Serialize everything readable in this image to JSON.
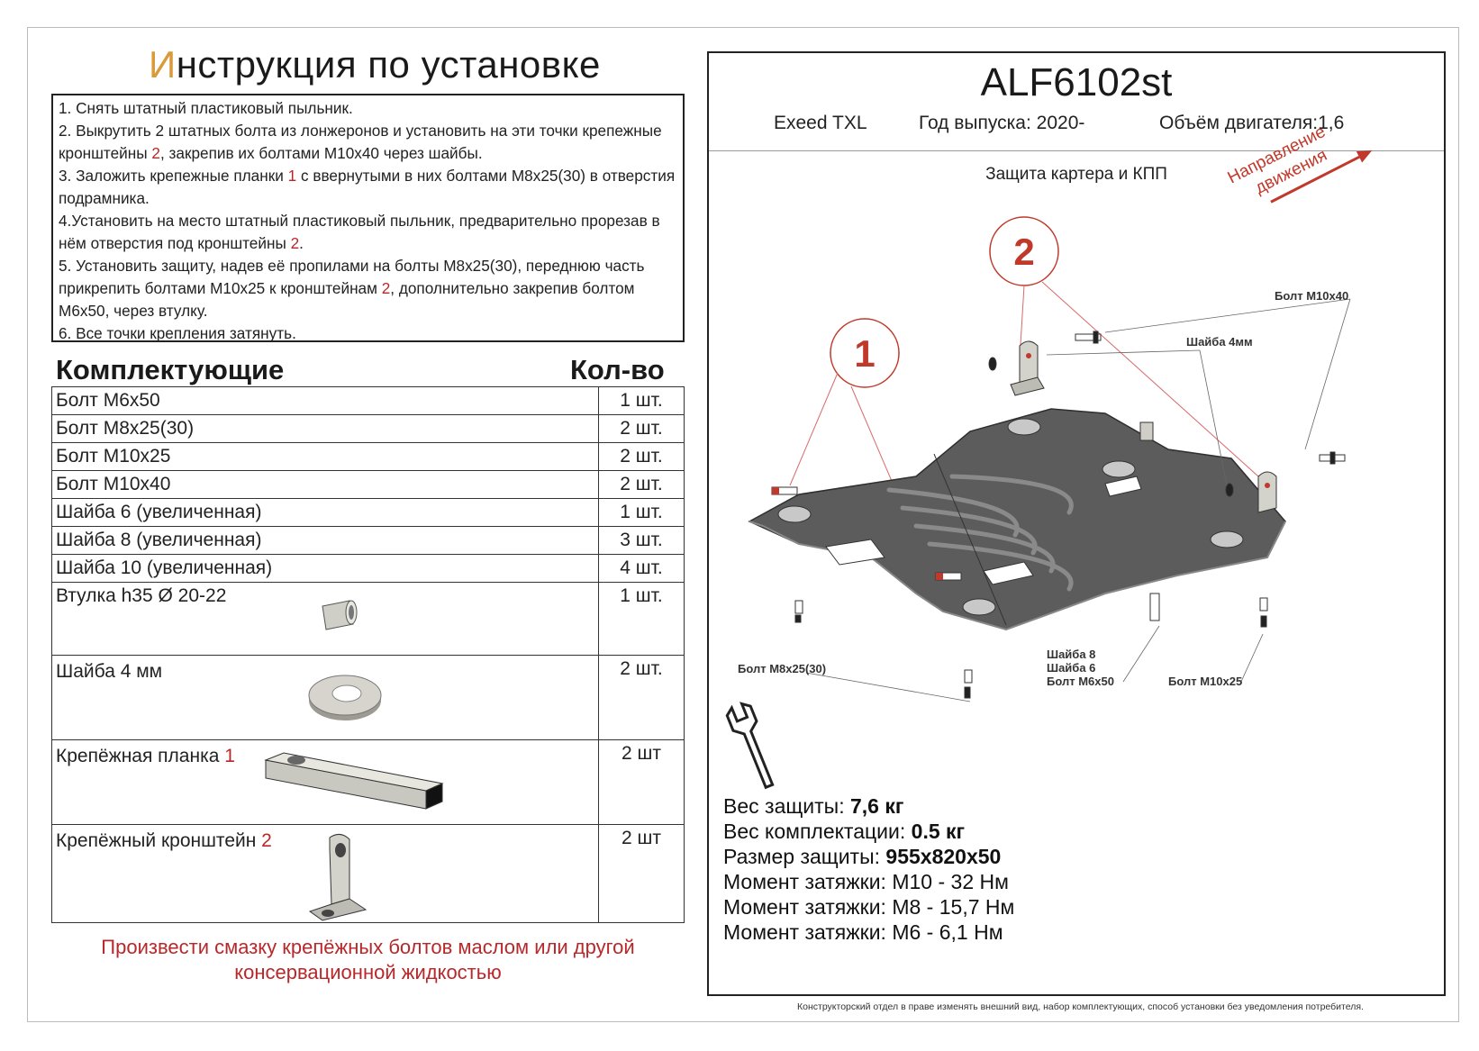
{
  "title": {
    "first_letter": "И",
    "rest": "нструкция по установке"
  },
  "instructions": [
    "1.  Снять штатный пластиковый пыльник.",
    [
      "2. Выкрутить 2 штатных болта из лонжеронов и установить на эти точки крепежные кронштейны ",
      "2",
      ", закрепив их болтами М10х40 через шайбы."
    ],
    [
      "3.  Заложить крепежные планки ",
      "1",
      " с ввернутыми в них болтами М8х25(30) в отверстия подрамника."
    ],
    [
      "4.Установить на место штатный пластиковый пыльник, предварительно прорезав в нём отверстия под кронштейны ",
      "2",
      "."
    ],
    [
      "5. Установить защиту, надев её пропилами на болты М8х25(30), переднюю часть прикрепить болтами М10х25 к кронштейнам ",
      "2",
      ", дополнительно закрепив болтом М6х50, через втулку."
    ],
    "6. Все точки крепления затянуть."
  ],
  "parts_header": {
    "name": "Комплектующие",
    "qty": "Кол-во"
  },
  "parts": [
    {
      "name": "Болт М6х50",
      "qty": "1 шт."
    },
    {
      "name": "Болт М8х25(30)",
      "qty": "2 шт."
    },
    {
      "name": "Болт М10х25",
      "qty": "2 шт."
    },
    {
      "name": "Болт М10х40",
      "qty": "2 шт."
    },
    {
      "name": "Шайба 6 (увеличенная)",
      "qty": "1 шт."
    },
    {
      "name": "Шайба 8 (увеличенная)",
      "qty": "3 шт."
    },
    {
      "name": "Шайба 10 (увеличенная)",
      "qty": "4 шт."
    }
  ],
  "parts_icon": [
    {
      "name": "Втулка h35 Ø 20-22",
      "num": "",
      "qty": "1 шт.",
      "icon": "bushing-icon"
    },
    {
      "name": "Шайба 4 мм",
      "num": "",
      "qty": "2 шт.",
      "icon": "washer-icon"
    },
    {
      "name": "Крепёжная планка ",
      "num": "1",
      "qty": "2 шт",
      "icon": "plate-icon"
    },
    {
      "name": "Крепёжный кронштейн ",
      "num": "2",
      "qty": "2 шт",
      "icon": "bracket-icon"
    }
  ],
  "note": "Произвести смазку крепёжных болтов маслом или другой консервационной жидкостью",
  "product": {
    "code": "ALF6102st",
    "model": "Exeed TXL",
    "year": "Год выпуска: 2020-",
    "engine": "Объём двигателя:1,6",
    "subtitle": "Защита картера и КПП"
  },
  "diagram": {
    "direction_1": "Направление",
    "direction_2": "движения",
    "callout_1": "1",
    "callout_2": "2",
    "labels": {
      "bolt_m10x40": "Болт М10х40",
      "washer_4mm": "Шайба 4мм",
      "bolt_m8x25": "Болт М8х25(30)",
      "washer_8": "Шайба 8",
      "washer_6": "Шайба 6",
      "bolt_m6x50": "Болт М6х50",
      "bolt_m10x25": "Болт М10х25"
    }
  },
  "specs": [
    {
      "label": "Вес защиты: ",
      "value": "7,6 кг",
      "bold": true
    },
    {
      "label": "Вес комплектации: ",
      "value": "0.5 кг",
      "bold": true
    },
    {
      "label": "Размер защиты: ",
      "value": "955х820х50",
      "bold": true
    },
    {
      "label": "Момент затяжки:  ",
      "value": "М10 - 32 Нм",
      "bold": false
    },
    {
      "label": "Момент затяжки:  ",
      "value": "М8 - 15,7 Нм",
      "bold": false
    },
    {
      "label": "Момент затяжки:  ",
      "value": "М6 - 6,1 Нм",
      "bold": false
    }
  ],
  "disclaimer": "Конструкторский отдел в праве изменять внешний вид, набор комплектующих, способ установки без уведомления потребителя.",
  "colors": {
    "accent_red": "#b8282a",
    "title_orange": "#d99a3a",
    "plate_gray": "#5c5c5c"
  }
}
